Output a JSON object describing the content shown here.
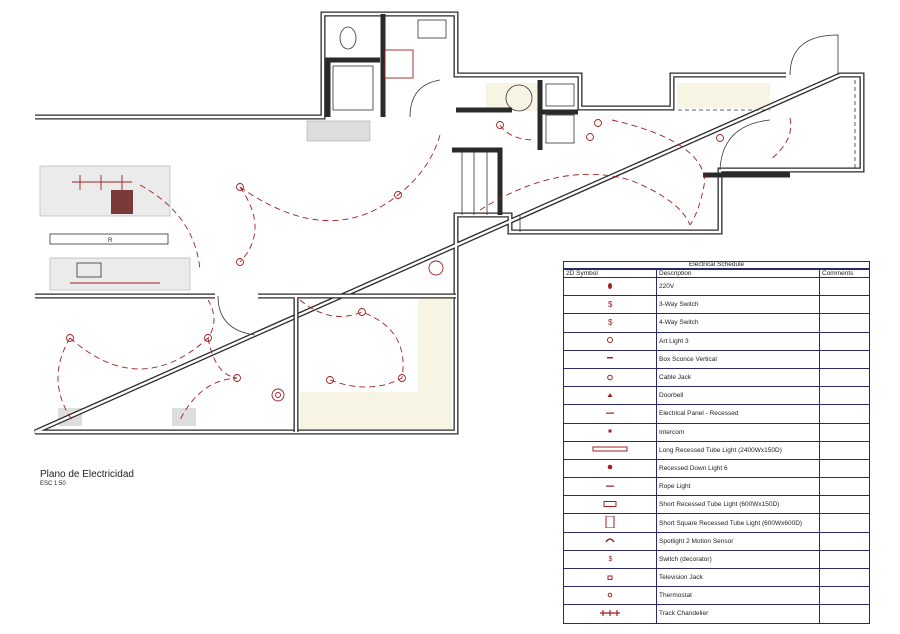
{
  "plan": {
    "title": "Plano de Electricidad",
    "scale": "ESC 1:50",
    "fridge_label": "R"
  },
  "schedule": {
    "title": "Electrical Schedule",
    "headers": [
      "2D Symbol",
      "Description",
      "Comments"
    ],
    "rows": [
      {
        "icon": "outlet-220v-icon",
        "description": "220V",
        "comments": ""
      },
      {
        "icon": "three-way-switch-icon",
        "description": "3-Way Switch",
        "comments": ""
      },
      {
        "icon": "four-way-switch-icon",
        "description": "4-Way Switch",
        "comments": ""
      },
      {
        "icon": "art-light-icon",
        "description": "Art Light 3",
        "comments": ""
      },
      {
        "icon": "box-sconce-icon",
        "description": "Box Sconce Vertical",
        "comments": ""
      },
      {
        "icon": "cable-jack-icon",
        "description": "Cable Jack",
        "comments": ""
      },
      {
        "icon": "doorbell-icon",
        "description": "Doorbell",
        "comments": ""
      },
      {
        "icon": "electrical-panel-icon",
        "description": "Electrical Panel - Recessed",
        "comments": ""
      },
      {
        "icon": "intercom-icon",
        "description": "Intercom",
        "comments": ""
      },
      {
        "icon": "long-tube-light-icon",
        "description": "Long Recessed Tube Light (2400Wx150D)",
        "comments": ""
      },
      {
        "icon": "recessed-down-light-icon",
        "description": "Recessed Down Light 6",
        "comments": ""
      },
      {
        "icon": "rope-light-icon",
        "description": "Rope Light",
        "comments": ""
      },
      {
        "icon": "short-tube-light-icon",
        "description": "Short Recessed Tube Light (600Wx150D)",
        "comments": ""
      },
      {
        "icon": "square-tube-light-icon",
        "description": "Short Square Recessed Tube Light (600Wx600D)",
        "comments": ""
      },
      {
        "icon": "spotlight-motion-sensor-icon",
        "description": "Spotlight 2 Motion Sensor",
        "comments": ""
      },
      {
        "icon": "switch-decorator-icon",
        "description": "Switch (decorator)",
        "comments": ""
      },
      {
        "icon": "television-jack-icon",
        "description": "Television Jack",
        "comments": ""
      },
      {
        "icon": "thermostat-icon",
        "description": "Thermostat",
        "comments": ""
      },
      {
        "icon": "track-chandelier-icon",
        "description": "Track Chandelier",
        "comments": ""
      }
    ]
  },
  "colors": {
    "symbol": "#a02020",
    "table_border": "#2a2a6a",
    "wall": "#2a2a2a",
    "fill_area": "#f5f2e0"
  }
}
